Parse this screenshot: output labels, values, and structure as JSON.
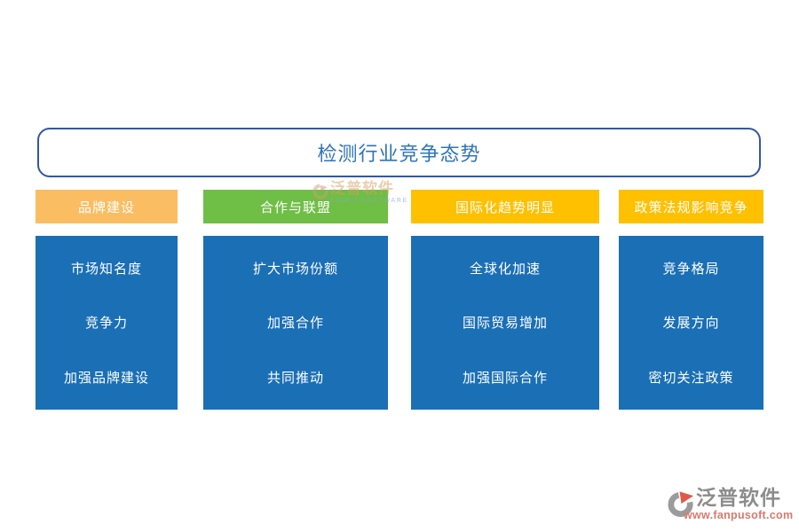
{
  "title": "检测行业竞争态势",
  "columns": [
    {
      "header": "品牌建设",
      "header_color": "#FBBD62",
      "items": [
        "市场知名度",
        "竞争力",
        "加强品牌建设"
      ]
    },
    {
      "header": "合作与联盟",
      "header_color": "#6FBE45",
      "items": [
        "扩大市场份额",
        "加强合作",
        "共同推动"
      ]
    },
    {
      "header": "国际化趋势明显",
      "header_color": "#FFC000",
      "items": [
        "全球化加速",
        "国际贸易增加",
        "加强国际合作"
      ]
    },
    {
      "header": "政策法规影响竞争",
      "header_color": "#FFC000",
      "items": [
        "竞争格局",
        "发展方向",
        "密切关注政策"
      ]
    }
  ],
  "colors": {
    "body_box_blue": "#1B6FB5",
    "title_border": "#3456A4",
    "title_text": "#2E74B8",
    "header_orange": "#FBBD62",
    "header_green": "#6FBE45",
    "header_yellow": "#FFC000",
    "watermark_gray": "#8C8C8C",
    "watermark_red": "#D87A6C"
  },
  "watermark_center": {
    "brand": "泛普软件",
    "sub": "FANPU SOFTWARE"
  },
  "watermark_bottom": {
    "brand": "泛普软件",
    "url": "www.fanpusoft.com"
  }
}
